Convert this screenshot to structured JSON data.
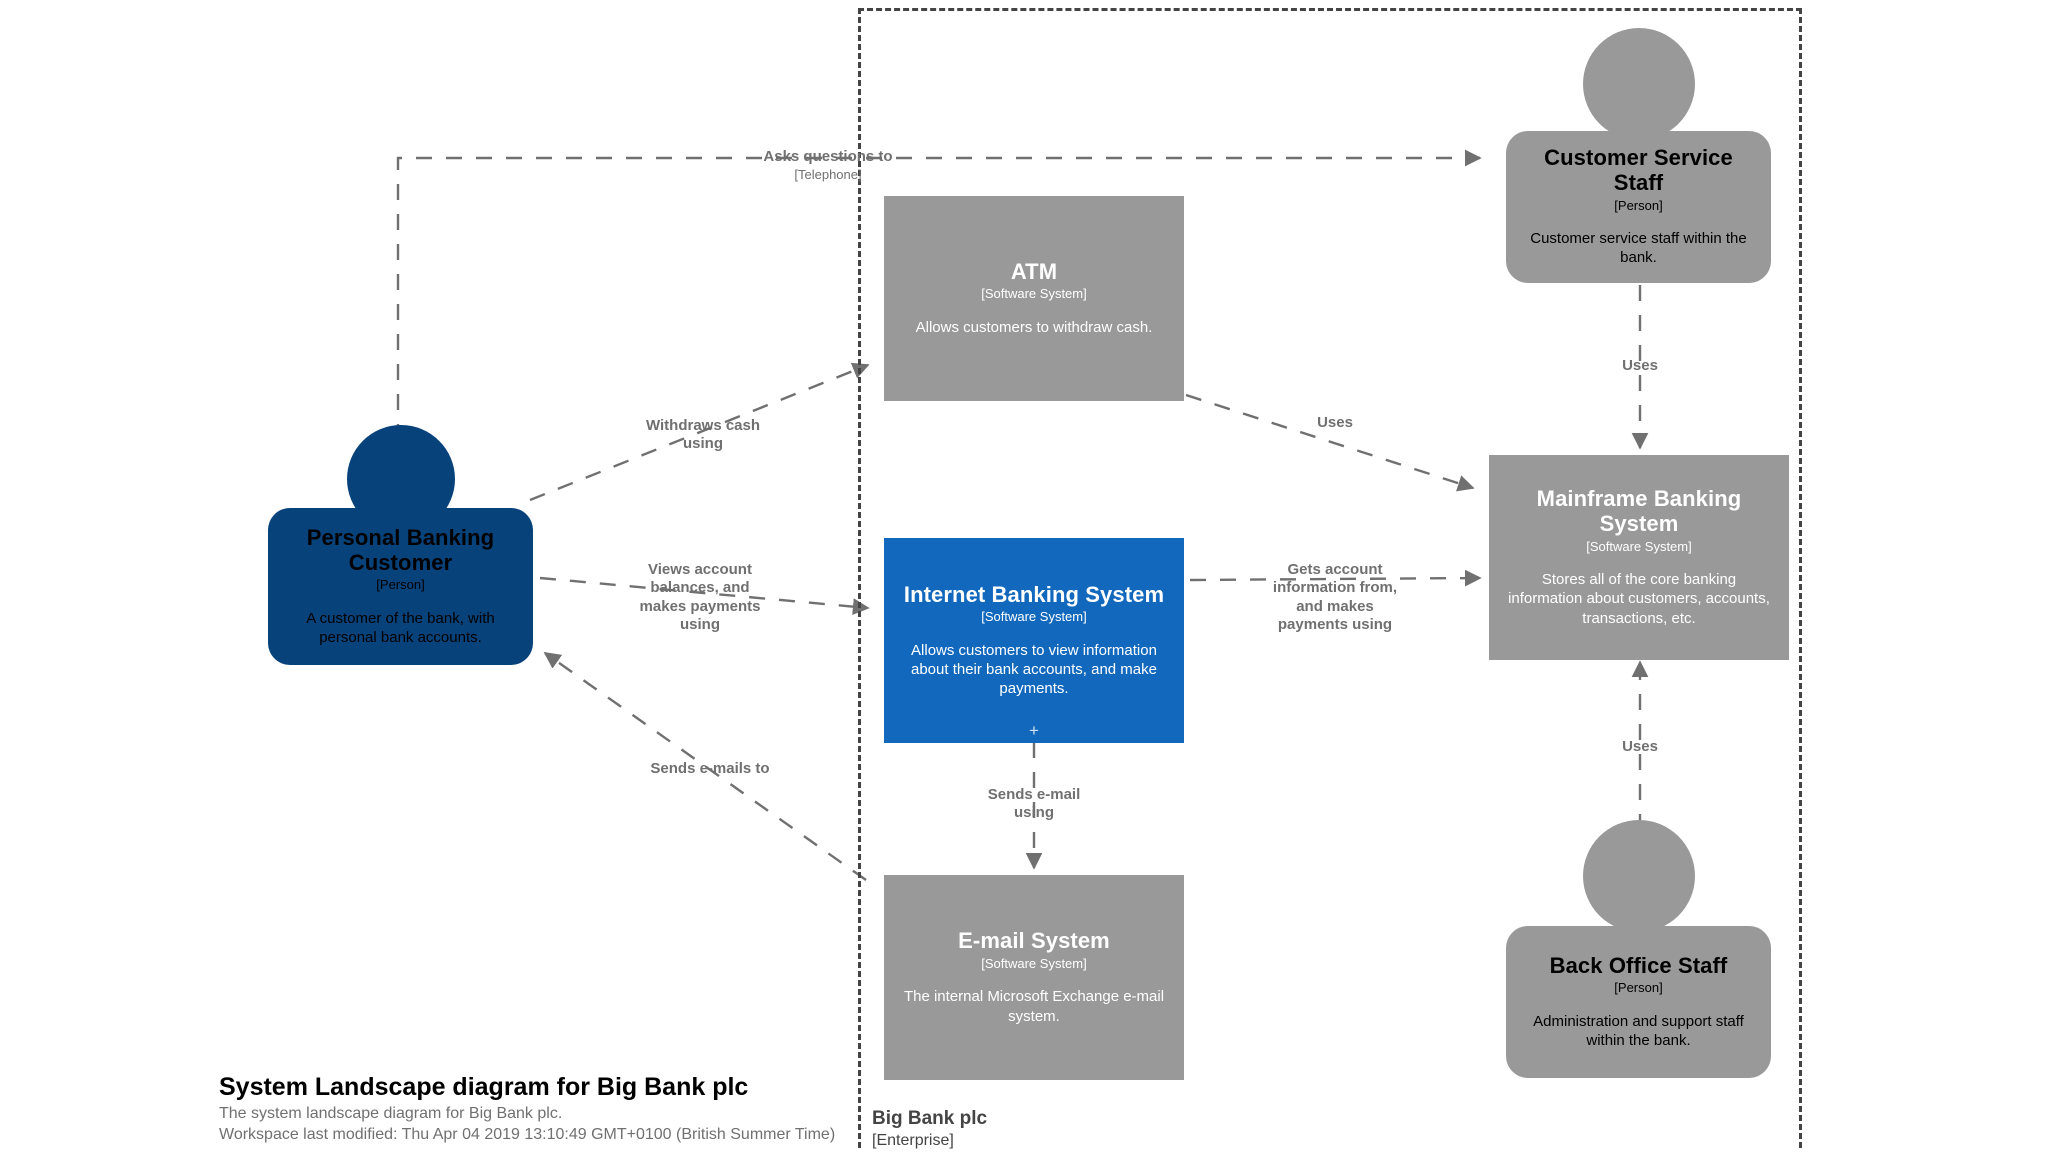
{
  "diagram": {
    "title": "System Landscape diagram for Big Bank plc",
    "subtitle": "The system landscape diagram for Big Bank plc.",
    "modified": "Workspace last modified: Thu Apr 04 2019 13:10:49 GMT+0100 (British Summer Time)",
    "colors": {
      "person_external": "#08427b",
      "person_internal": "#999999",
      "system_focus": "#1168bd",
      "system_other": "#999999",
      "boundary": "#444444",
      "edge": "#707070",
      "text_on_shape": "#ffffff"
    }
  },
  "boundary": {
    "name": "Big Bank plc",
    "type": "[Enterprise]"
  },
  "nodes": {
    "personal_banking_customer": {
      "name": "Personal Banking Customer",
      "type": "[Person]",
      "description": "A customer of the bank, with personal bank accounts."
    },
    "customer_service_staff": {
      "name": "Customer Service Staff",
      "type": "[Person]",
      "description": "Customer service staff within the bank."
    },
    "back_office_staff": {
      "name": "Back Office Staff",
      "type": "[Person]",
      "description": "Administration and support staff within the bank."
    },
    "atm": {
      "name": "ATM",
      "type": "[Software System]",
      "description": "Allows customers to withdraw cash."
    },
    "internet_banking_system": {
      "name": "Internet Banking System",
      "type": "[Software System]",
      "description": "Allows customers to view information about their bank accounts, and make payments.",
      "expand": "+"
    },
    "email_system": {
      "name": "E-mail System",
      "type": "[Software System]",
      "description": "The internal Microsoft Exchange e-mail system."
    },
    "mainframe_banking_system": {
      "name": "Mainframe Banking System",
      "type": "[Software System]",
      "description": "Stores all of the core banking information about customers, accounts, transactions, etc."
    }
  },
  "edges": [
    {
      "id": "asks-questions",
      "label": "Asks questions to",
      "tech": "[Telephone]",
      "from": "personal_banking_customer",
      "to": "customer_service_staff"
    },
    {
      "id": "withdraws-cash",
      "label": "Withdraws cash using",
      "tech": "",
      "from": "personal_banking_customer",
      "to": "atm"
    },
    {
      "id": "views-account",
      "label": "Views account balances, and makes payments using",
      "tech": "",
      "from": "personal_banking_customer",
      "to": "internet_banking_system"
    },
    {
      "id": "sends-emails-to",
      "label": "Sends e-mails to",
      "tech": "",
      "from": "email_system",
      "to": "personal_banking_customer"
    },
    {
      "id": "sends-email-using",
      "label": "Sends e-mail using",
      "tech": "",
      "from": "internet_banking_system",
      "to": "email_system"
    },
    {
      "id": "gets-account-info",
      "label": "Gets account information from, and makes payments using",
      "tech": "",
      "from": "internet_banking_system",
      "to": "mainframe_banking_system"
    },
    {
      "id": "atm-uses",
      "label": "Uses",
      "tech": "",
      "from": "atm",
      "to": "mainframe_banking_system"
    },
    {
      "id": "css-uses",
      "label": "Uses",
      "tech": "",
      "from": "customer_service_staff",
      "to": "mainframe_banking_system"
    },
    {
      "id": "bos-uses",
      "label": "Uses",
      "tech": "",
      "from": "back_office_staff",
      "to": "mainframe_banking_system"
    }
  ],
  "edge_labels": {
    "asks_questions_line1": "Asks questions to",
    "asks_questions_tech": "[Telephone]",
    "withdraws_line1": "Withdraws cash",
    "withdraws_line2": "using",
    "views_line1": "Views account",
    "views_line2": "balances, and",
    "views_line3": "makes payments",
    "views_line4": "using",
    "sends_emails_to": "Sends e-mails to",
    "sends_email_line1": "Sends e-mail",
    "sends_email_line2": "using",
    "gets_line1": "Gets account",
    "gets_line2": "information from,",
    "gets_line3": "and makes",
    "gets_line4": "payments using",
    "uses_atm": "Uses",
    "uses_css": "Uses",
    "uses_bos": "Uses"
  }
}
